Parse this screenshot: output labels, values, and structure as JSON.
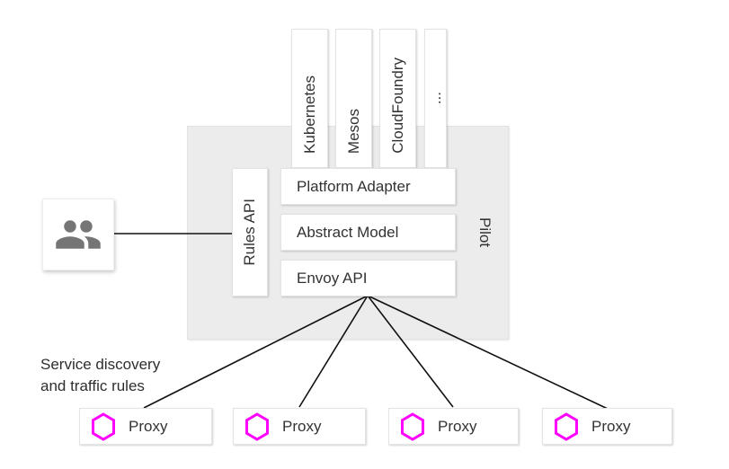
{
  "pilot": {
    "label": "Pilot"
  },
  "platforms": [
    {
      "label": "Kubernetes"
    },
    {
      "label": "Mesos"
    },
    {
      "label": "CloudFoundry"
    },
    {
      "label": "..."
    }
  ],
  "components": {
    "rules_api": "Rules API",
    "platform_adapter": "Platform Adapter",
    "abstract_model": "Abstract Model",
    "envoy_api": "Envoy API"
  },
  "annotation": {
    "line1": "Service discovery",
    "line2": "and traffic rules"
  },
  "proxies": [
    {
      "label": "Proxy"
    },
    {
      "label": "Proxy"
    },
    {
      "label": "Proxy"
    },
    {
      "label": "Proxy"
    }
  ],
  "icons": {
    "users": "people-icon",
    "proxy": "hexagon-icon"
  },
  "colors": {
    "hexagon": "#ff00ff",
    "icon_gray": "#757575",
    "line": "#111111",
    "panel_bg": "#ececec",
    "text": "#333333"
  }
}
